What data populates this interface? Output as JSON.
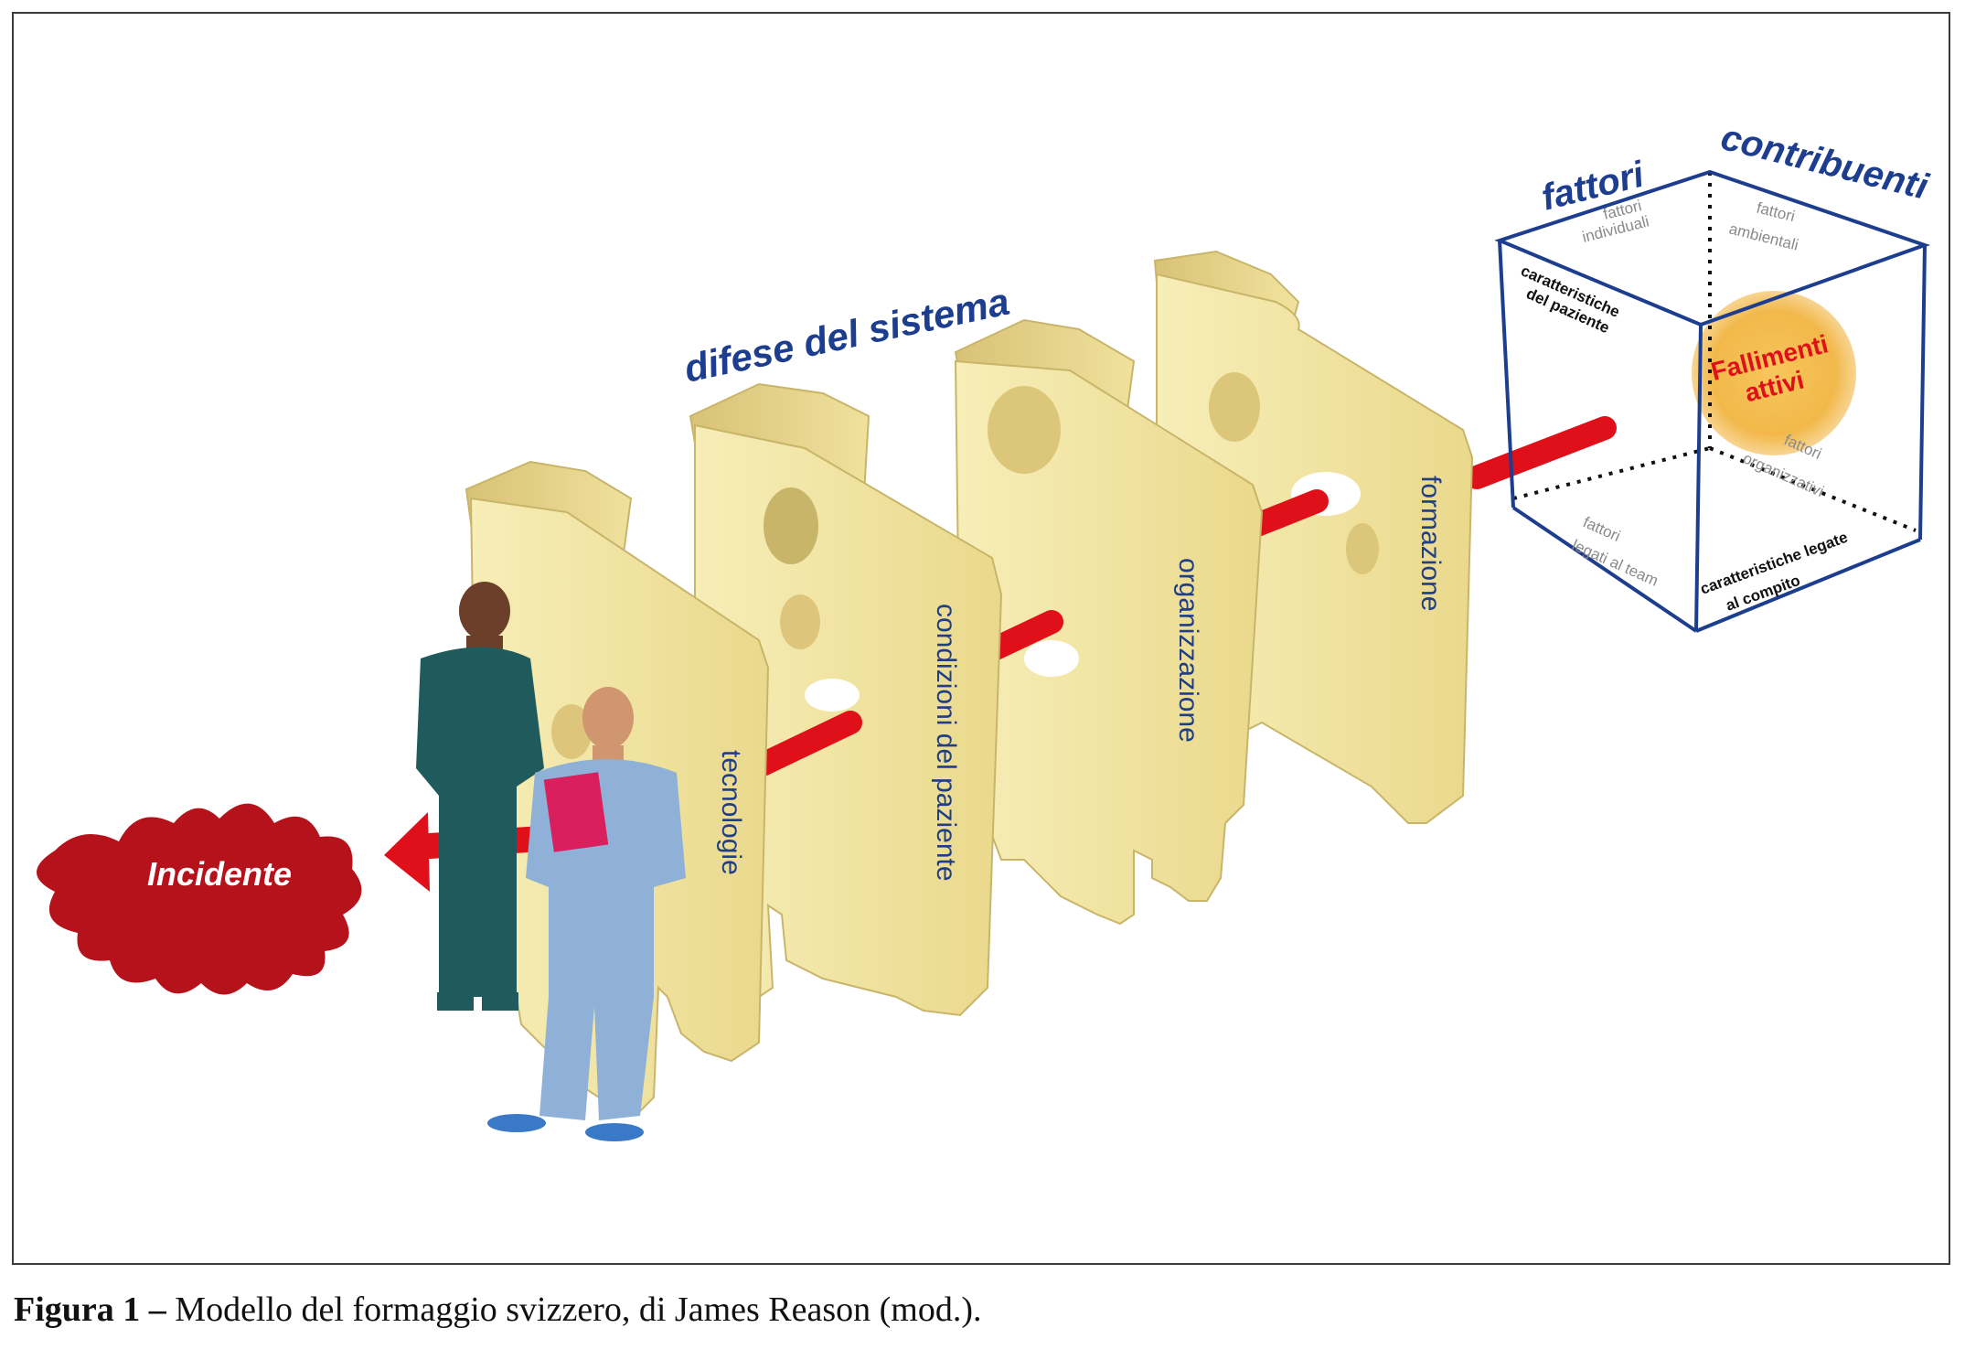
{
  "diagram": {
    "title": "difese del sistema",
    "incident_label": "Incidente",
    "cheese_slices": [
      {
        "label": "tecnologie"
      },
      {
        "label": "condizioni del paziente"
      },
      {
        "label": "organizzazione"
      },
      {
        "label": "formazione"
      }
    ],
    "cube": {
      "title_left": "fattori",
      "title_right": "contribuenti",
      "center_label_line1": "Fallimenti",
      "center_label_line2": "attivi",
      "factor_top_left_line1": "fattori",
      "factor_top_left_line2": "individuali",
      "factor_top_right_line1": "fattori",
      "factor_top_right_line2": "ambientali",
      "factor_left_line1": "caratteristiche",
      "factor_left_line2": "del paziente",
      "factor_mid_right_line1": "fattori",
      "factor_mid_right_line2": "organizzativi",
      "factor_bottom_left_line1": "fattori",
      "factor_bottom_left_line2": "legati al team",
      "factor_bottom_right_line1": "caratteristiche legate",
      "factor_bottom_right_line2": "al compito"
    }
  },
  "caption": {
    "label": "Figura 1 –",
    "text": " Modello del formaggio svizzero, di James Reason (mod.)."
  },
  "colors": {
    "cheese": "#f3e7a3",
    "cheese_shadow": "#c9b56a",
    "arrow": "#e0101b",
    "incident": "#b5121b",
    "cube_line": "#1d3d8f",
    "orange_circle": "#f2b84a"
  }
}
